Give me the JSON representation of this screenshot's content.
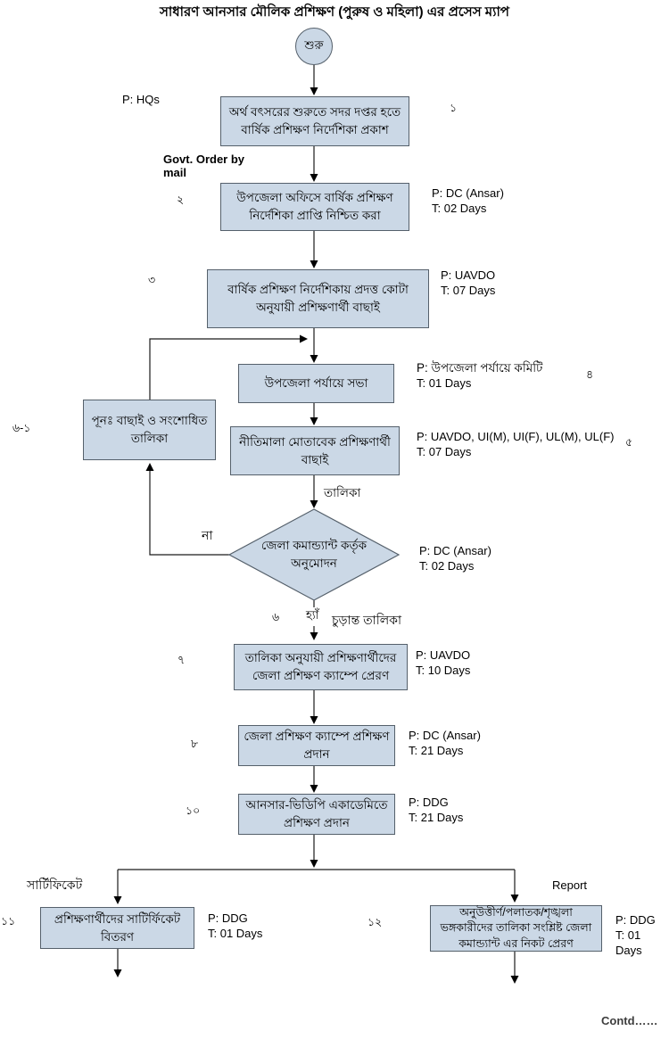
{
  "colors": {
    "node_fill": "#cbd8e6",
    "node_border": "#55606b",
    "connector": "#000000",
    "text": "#000000"
  },
  "title": "সাধারণ আনসার মৌলিক প্রশিক্ষণ (পুরুষ ও মহিলা) এর প্রসেস ম্যাপ",
  "start_label": "শুরু",
  "steps": {
    "s1": {
      "num": "১",
      "text": "অর্থ বৎসরের শুরুতে সদর দপ্তর হতে বার্ষিক প্রশিক্ষণ নির্দেশিকা প্রকাশ",
      "p": "P: HQs"
    },
    "s2": {
      "num": "২",
      "text": "উপজেলা অফিসে বার্ষিক প্রশিক্ষণ নির্দেশিকা প্রাপ্তি নিশ্চিত করা",
      "p": "P: DC (Ansar)",
      "t": "T: 02 Days"
    },
    "s3": {
      "num": "৩",
      "text": "বার্ষিক প্রশিক্ষণ নির্দেশিকায় প্রদত্ত কোটা অনুযায়ী প্রশিক্ষণার্থী বাছাই",
      "p": "P: UAVDO",
      "t": "T: 07 Days"
    },
    "s4": {
      "num": "৪",
      "text": "উপজেলা পর্যায়ে সভা",
      "p": "P: উপজেলা পর্যায়ে কমিটি",
      "t": "T: 01 Days"
    },
    "s5": {
      "num": "৫",
      "text": "নীতিমালা মোতাবেক প্রশিক্ষণার্থী বাছাই",
      "p": "P: UAVDO, UI(M), UI(F), UL(M), UL(F)",
      "t": "T: 07 Days"
    },
    "s6": {
      "num": "৬",
      "text": "জেলা কমান্ড্যান্ট কর্তৃক অনুমোদন",
      "p": "P: DC (Ansar)",
      "t": "T: 02 Days"
    },
    "s6_1": {
      "num": "৬-১",
      "text": "পূনঃ  বাছাই ও সংশোধিত তালিকা"
    },
    "s7": {
      "num": "৭",
      "text": "তালিকা অনুযায়ী প্রশিক্ষণার্থীদের জেলা প্রশিক্ষণ ক্যাম্পে প্রেরণ",
      "p": "P: UAVDO",
      "t": "T: 10 Days"
    },
    "s8": {
      "num": "৮",
      "text": "জেলা প্রশিক্ষণ ক্যাম্পে প্রশিক্ষণ প্রদান",
      "p": "P: DC (Ansar)",
      "t": "T: 21 Days"
    },
    "s10": {
      "num": "১০",
      "text": "আনসার-ভিডিপি একাডেমিতে প্রশিক্ষণ প্রদান",
      "p": "P: DDG",
      "t": "T: 21 Days"
    },
    "s11": {
      "num": "১১",
      "text": "প্রশিক্ষণার্থীদের  সাটির্ফিকেট বিতরণ",
      "p": "P: DDG",
      "t": "T: 01 Days"
    },
    "s12": {
      "num": "১২",
      "text": "অনুউত্তীর্ণ/পলাতক/শৃঙ্খলা ভঙ্গকারীদের তালিকা সংশ্লিষ্ট  জেলা কমান্ড্যান্ট এর নিকট প্রেরণ",
      "p": "P: DDG",
      "t": "T: 01 Days"
    }
  },
  "annotations": {
    "govt_order": "Govt. Order by mail",
    "talika": "তালিকা",
    "na": "না",
    "ha": "হ্যাঁ",
    "churanto_talika": "চুড়ান্ত তালিকা",
    "certificate": "সার্টিফিকেট",
    "report": "Report",
    "contd": "Contd……"
  }
}
